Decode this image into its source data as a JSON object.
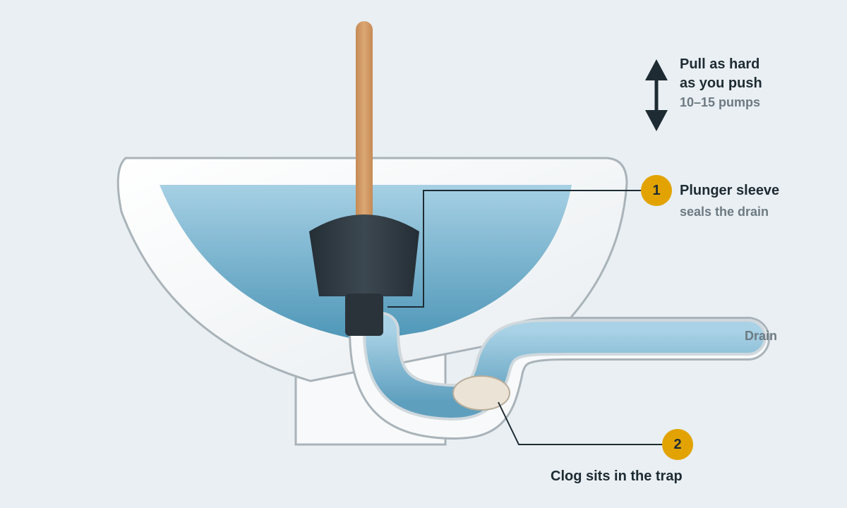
{
  "diagram": {
    "pump_instruction": {
      "line1": "Pull as hard",
      "line2": "as you push",
      "detail": "10–15 pumps"
    },
    "callout_1": {
      "number": "1",
      "title": "Plunger sleeve",
      "detail": "seals the drain"
    },
    "callout_2": {
      "number": "2",
      "title": "Clog sits in the trap"
    },
    "drain_label": "Drain"
  },
  "colors": {
    "background": "#e9eff3",
    "porcelain": "#f7f9fa",
    "porcelain_outline": "#a9b3b9",
    "water_top": "#a6d0e4",
    "water_bottom": "#4f97b8",
    "handle": "#d29a67",
    "rubber": "#2f3a42",
    "clog": "#ebe3d6",
    "badge": "#e2a300",
    "leader_line": "#1e2b33",
    "arrow": "#1e2b33"
  },
  "icons": [
    "double-arrow-icon"
  ]
}
